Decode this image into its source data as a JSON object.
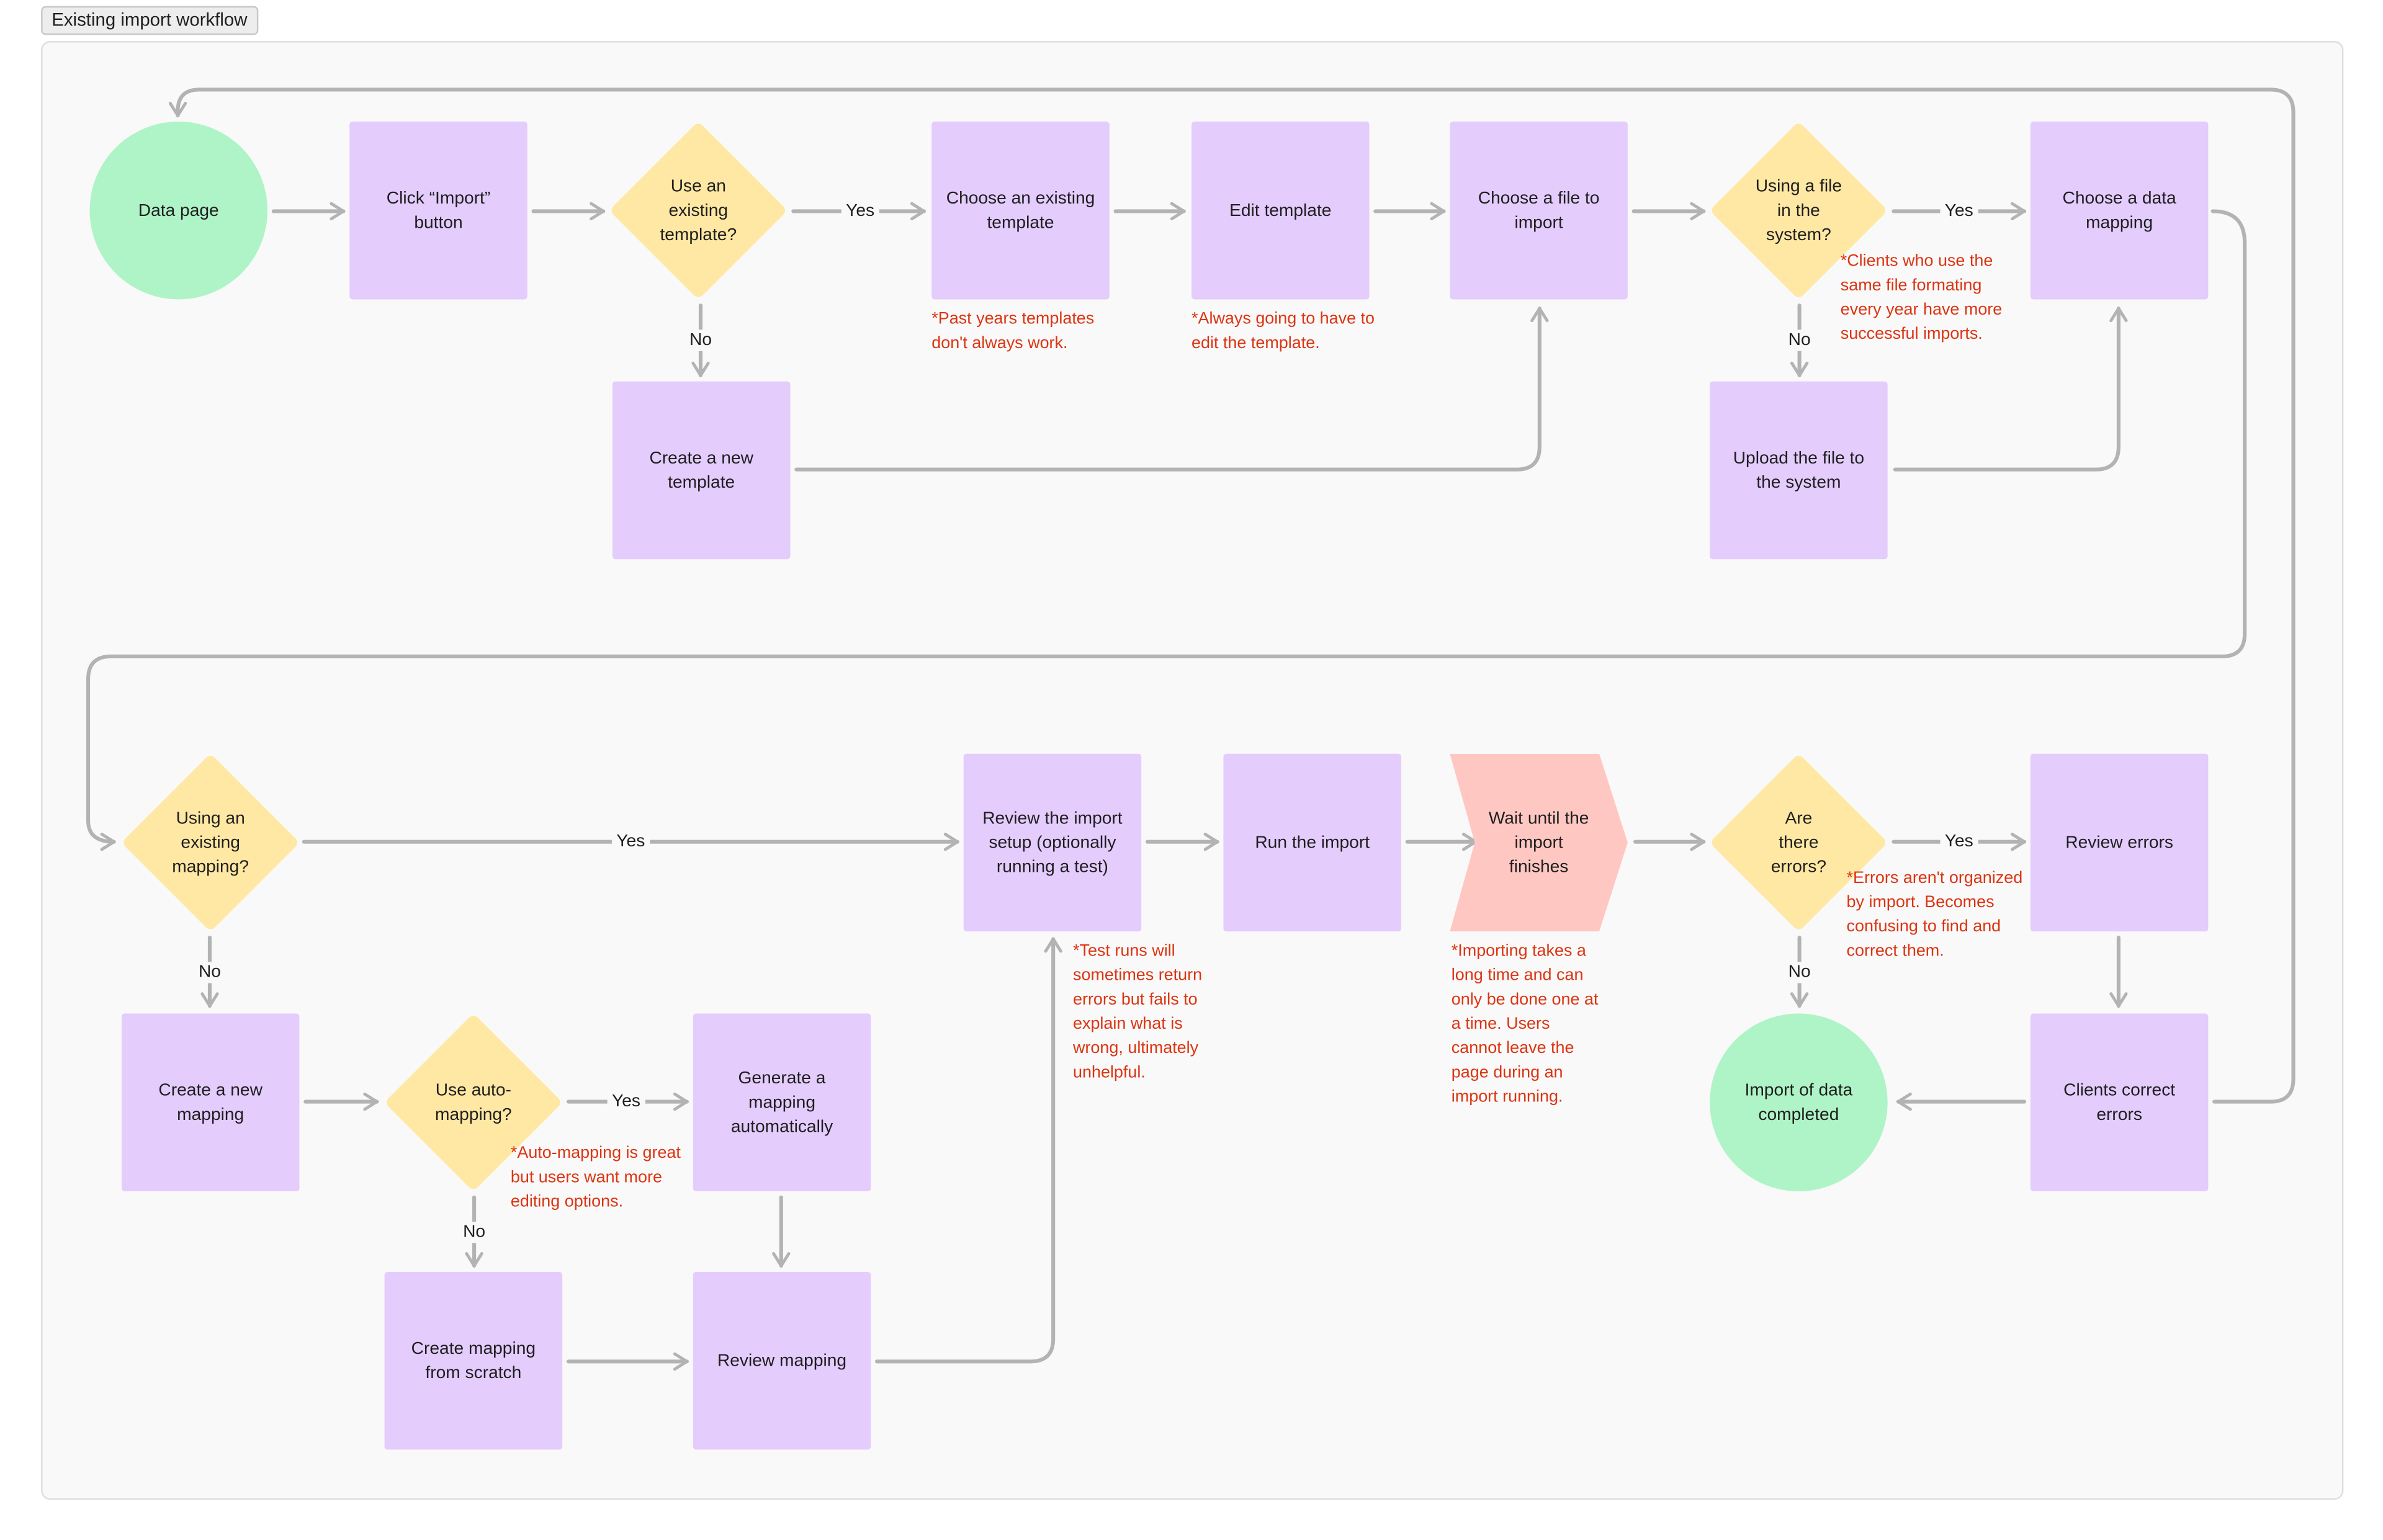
{
  "frame_title": "Existing import workflow",
  "nodes": {
    "data_page": "Data page",
    "click_import": "Click “Import” button",
    "use_existing_template": "Use an existing template?",
    "choose_existing_template": "Choose an existing template",
    "edit_template": "Edit template",
    "choose_file": "Choose a file to import",
    "using_file_in_system": "Using a file in the system?",
    "choose_data_mapping": "Choose a data mapping",
    "create_new_template": "Create a new template",
    "upload_file": "Upload the file to the system",
    "using_existing_mapping": "Using an existing mapping?",
    "review_import_setup": "Review the import setup (optionally running a test)",
    "run_import": "Run the import",
    "wait_import": "Wait until the import finishes",
    "are_there_errors": "Are there errors?",
    "review_errors": "Review errors",
    "create_new_mapping": "Create a new mapping",
    "use_auto_mapping": "Use auto-mapping?",
    "generate_mapping": "Generate a mapping automatically",
    "import_completed": "Import of data completed",
    "clients_correct_errors": "Clients correct errors",
    "create_mapping_scratch": "Create mapping from scratch",
    "review_mapping": "Review mapping"
  },
  "labels": {
    "yes": "Yes",
    "no": "No"
  },
  "notes": {
    "past_templates": "*Past years templates don't always work.",
    "always_edit": "*Always going to have to edit the template.",
    "same_file": "*Clients who use the same file formating every year have more successful imports.",
    "test_runs": "*Test runs will sometimes return errors but fails to explain what is wrong, ultimately unhelpful.",
    "importing_time": "*Importing takes a long time and can only be done one at a time. Users cannot leave the page during an import running.",
    "errors_unorganized": "*Errors aren't organized by import. Becomes confusing to find and correct them.",
    "auto_mapping": "*Auto-mapping is great but users want more editing options."
  },
  "colors": {
    "process": "#e4ccfd",
    "decision": "#ffe8a3",
    "terminal": "#aff4c6",
    "wait": "#ffc7c2",
    "note": "#dc3412",
    "connector": "#b3b3b3"
  }
}
